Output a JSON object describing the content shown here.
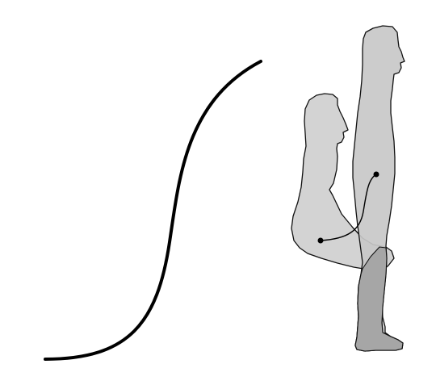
{
  "diagram": {
    "description_visible_text": "",
    "elements": [
      {
        "name": "s-curve",
        "kind": "curve",
        "stroke_color": "#000000"
      },
      {
        "name": "figure-squatting",
        "kind": "human-silhouette",
        "fill_color": "#d3d3d3",
        "outline_color": "#111111"
      },
      {
        "name": "figure-standing",
        "kind": "human-silhouette",
        "fill_color": "#c8c8c8",
        "outline_color": "#111111"
      },
      {
        "name": "leg-overlap",
        "kind": "overlap-region",
        "fill_color": "#a6a6a6"
      },
      {
        "name": "center-of-mass-path",
        "kind": "trajectory",
        "stroke_color": "#000000"
      },
      {
        "name": "start-point",
        "kind": "marker",
        "fill_color": "#000000"
      },
      {
        "name": "end-point",
        "kind": "marker",
        "fill_color": "#000000"
      }
    ]
  }
}
